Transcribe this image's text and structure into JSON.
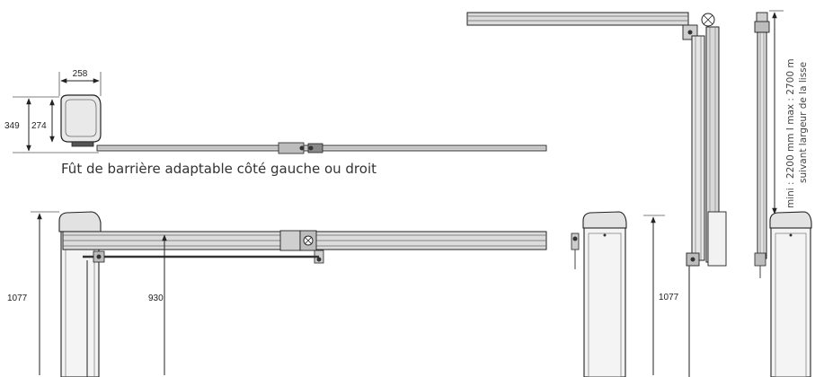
{
  "caption": "Fût de barrière adaptable côté gauche ou droit",
  "dimensions": {
    "housing_width": "258",
    "housing_height_total": "349",
    "housing_height_body": "274",
    "barrier_height_left": "1077",
    "boom_height": "930",
    "barrier_height_right": "1077"
  },
  "boom_length_note": {
    "line1": "mini : 2200 mm  I  max : 2700 m",
    "line2": "suivant largeur de la lisse"
  }
}
